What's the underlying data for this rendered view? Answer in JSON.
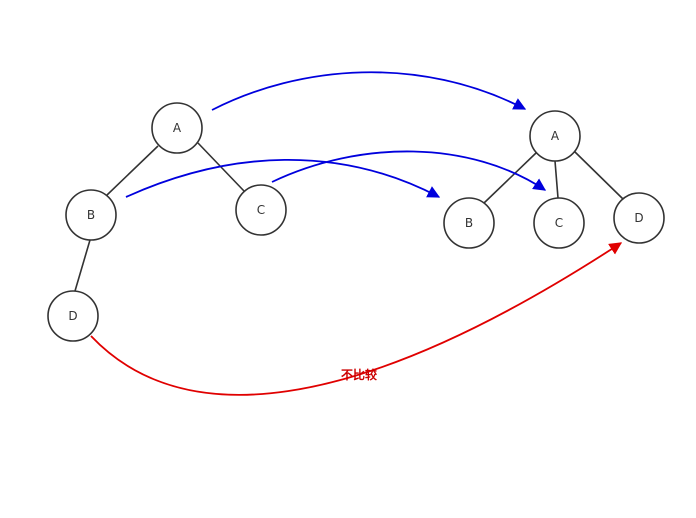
{
  "trees": {
    "left": {
      "nodes": {
        "A": {
          "label": "A"
        },
        "B": {
          "label": "B"
        },
        "C": {
          "label": "C"
        },
        "D": {
          "label": "D"
        }
      }
    },
    "right": {
      "nodes": {
        "A": {
          "label": "A"
        },
        "B": {
          "label": "B"
        },
        "C": {
          "label": "C"
        },
        "D": {
          "label": "D"
        }
      }
    }
  },
  "arrows": {
    "compare_color": "#0000dd",
    "no_compare_color": "#e00000"
  },
  "annotation": {
    "text": "不比较",
    "color": "#cc0000"
  }
}
